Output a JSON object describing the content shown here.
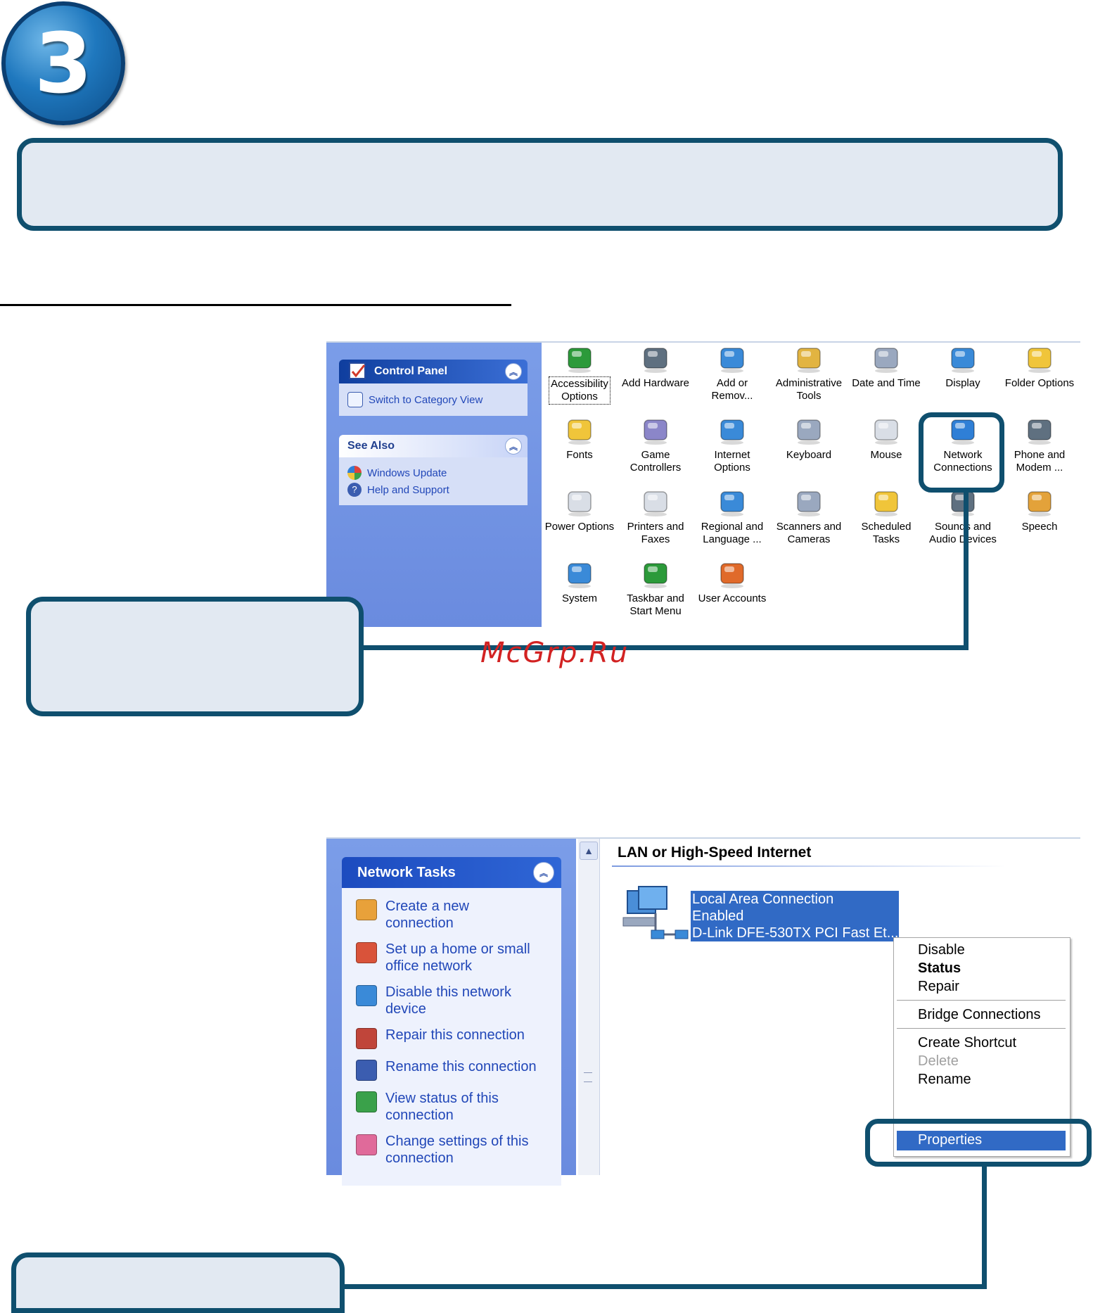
{
  "step_number": "3",
  "control_panel": {
    "title": "Control Panel",
    "switch_view": "Switch to Category View",
    "see_also_title": "See Also",
    "see_also_links": [
      "Windows Update",
      "Help and Support"
    ],
    "items": [
      {
        "line1": "Accessibility",
        "line2": "Options",
        "icon": "accessibility-icon",
        "color": "#2c9a3a"
      },
      {
        "line1": "Add Hardware",
        "line2": "",
        "icon": "add-hardware-icon",
        "color": "#5f7080"
      },
      {
        "line1": "Add or",
        "line2": "Remov...",
        "icon": "add-remove-programs-icon",
        "color": "#3a8ad8"
      },
      {
        "line1": "Administrative",
        "line2": "Tools",
        "icon": "administrative-tools-icon",
        "color": "#e2b441"
      },
      {
        "line1": "Date and Time",
        "line2": "",
        "icon": "date-time-icon",
        "color": "#9aa8bf"
      },
      {
        "line1": "Display",
        "line2": "",
        "icon": "display-icon",
        "color": "#3a8ad8"
      },
      {
        "line1": "Folder Options",
        "line2": "",
        "icon": "folder-options-icon",
        "color": "#f0c53a"
      },
      {
        "line1": "Fonts",
        "line2": "",
        "icon": "fonts-icon",
        "color": "#f0c53a"
      },
      {
        "line1": "Game",
        "line2": "Controllers",
        "icon": "game-controllers-icon",
        "color": "#8b86c9"
      },
      {
        "line1": "Internet",
        "line2": "Options",
        "icon": "internet-options-icon",
        "color": "#3a8ad8"
      },
      {
        "line1": "Keyboard",
        "line2": "",
        "icon": "keyboard-icon",
        "color": "#9aa8bf"
      },
      {
        "line1": "Mouse",
        "line2": "",
        "icon": "mouse-icon",
        "color": "#d9dee6"
      },
      {
        "line1": "Network",
        "line2": "Connections",
        "icon": "network-connections-icon",
        "color": "#2f7fd6"
      },
      {
        "line1": "Phone and",
        "line2": "Modem ...",
        "icon": "phone-modem-icon",
        "color": "#5f7080"
      },
      {
        "line1": "Power Options",
        "line2": "",
        "icon": "power-options-icon",
        "color": "#d9dee6"
      },
      {
        "line1": "Printers and",
        "line2": "Faxes",
        "icon": "printers-faxes-icon",
        "color": "#d9dee6"
      },
      {
        "line1": "Regional and",
        "line2": "Language ...",
        "icon": "regional-language-icon",
        "color": "#3a8ad8"
      },
      {
        "line1": "Scanners and",
        "line2": "Cameras",
        "icon": "scanners-cameras-icon",
        "color": "#9aa8bf"
      },
      {
        "line1": "Scheduled",
        "line2": "Tasks",
        "icon": "scheduled-tasks-icon",
        "color": "#f0c53a"
      },
      {
        "line1": "Sounds and",
        "line2": "Audio Devices",
        "icon": "sounds-audio-icon",
        "color": "#5f7080"
      },
      {
        "line1": "Speech",
        "line2": "",
        "icon": "speech-icon",
        "color": "#e3a23a"
      },
      {
        "line1": "System",
        "line2": "",
        "icon": "system-icon",
        "color": "#3a8ad8"
      },
      {
        "line1": "Taskbar and",
        "line2": "Start Menu",
        "icon": "taskbar-start-menu-icon",
        "color": "#2c9a3a"
      },
      {
        "line1": "User Accounts",
        "line2": "",
        "icon": "user-accounts-icon",
        "color": "#e06a2a"
      }
    ]
  },
  "watermark": "McGrp.Ru",
  "network_connections": {
    "tasks_title": "Network Tasks",
    "tasks": [
      {
        "line1": "Create a new",
        "line2": "connection",
        "icon": "new-connection-icon",
        "color": "#e8a13a"
      },
      {
        "line1": "Set up a home or small",
        "line2": "office network",
        "icon": "home-network-icon",
        "color": "#d9533a"
      },
      {
        "line1": "Disable this network",
        "line2": "device",
        "icon": "disable-device-icon",
        "color": "#3a8ad8"
      },
      {
        "line1": "Repair this connection",
        "line2": "",
        "icon": "repair-icon",
        "color": "#c0453a"
      },
      {
        "line1": "Rename this connection",
        "line2": "",
        "icon": "rename-icon",
        "color": "#3b5db0"
      },
      {
        "line1": "View status of this",
        "line2": "connection",
        "icon": "view-status-icon",
        "color": "#3aa14a"
      },
      {
        "line1": "Change settings of this",
        "line2": "connection",
        "icon": "change-settings-icon",
        "color": "#e06a9a"
      }
    ],
    "group_title": "LAN or High-Speed Internet",
    "connection": {
      "name": "Local Area Connection",
      "status": "Enabled",
      "device": "D-Link DFE-530TX PCI Fast Et..."
    },
    "context_menu": [
      "Disable",
      "Status",
      "Repair",
      "Bridge Connections",
      "Create Shortcut",
      "Delete",
      "Rename",
      "Properties"
    ]
  },
  "colors": {
    "callout_border": "#0f4f6e",
    "callout_fill": "#e2e9f2",
    "xp_sidebar": "#7b9de8",
    "xp_selection": "#316ac5"
  }
}
